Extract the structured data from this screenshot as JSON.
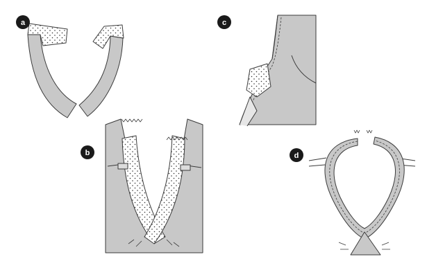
{
  "panels": [
    {
      "id": "a",
      "label": "a"
    },
    {
      "id": "b",
      "label": "b"
    },
    {
      "id": "c",
      "label": "c"
    },
    {
      "id": "d",
      "label": "d"
    }
  ],
  "colors": {
    "fabric": "#c8c8c8",
    "interfacing": "#ffffff",
    "outline": "#3a3a3a",
    "badge": "#1a1a1a",
    "background": "#ffffff"
  }
}
